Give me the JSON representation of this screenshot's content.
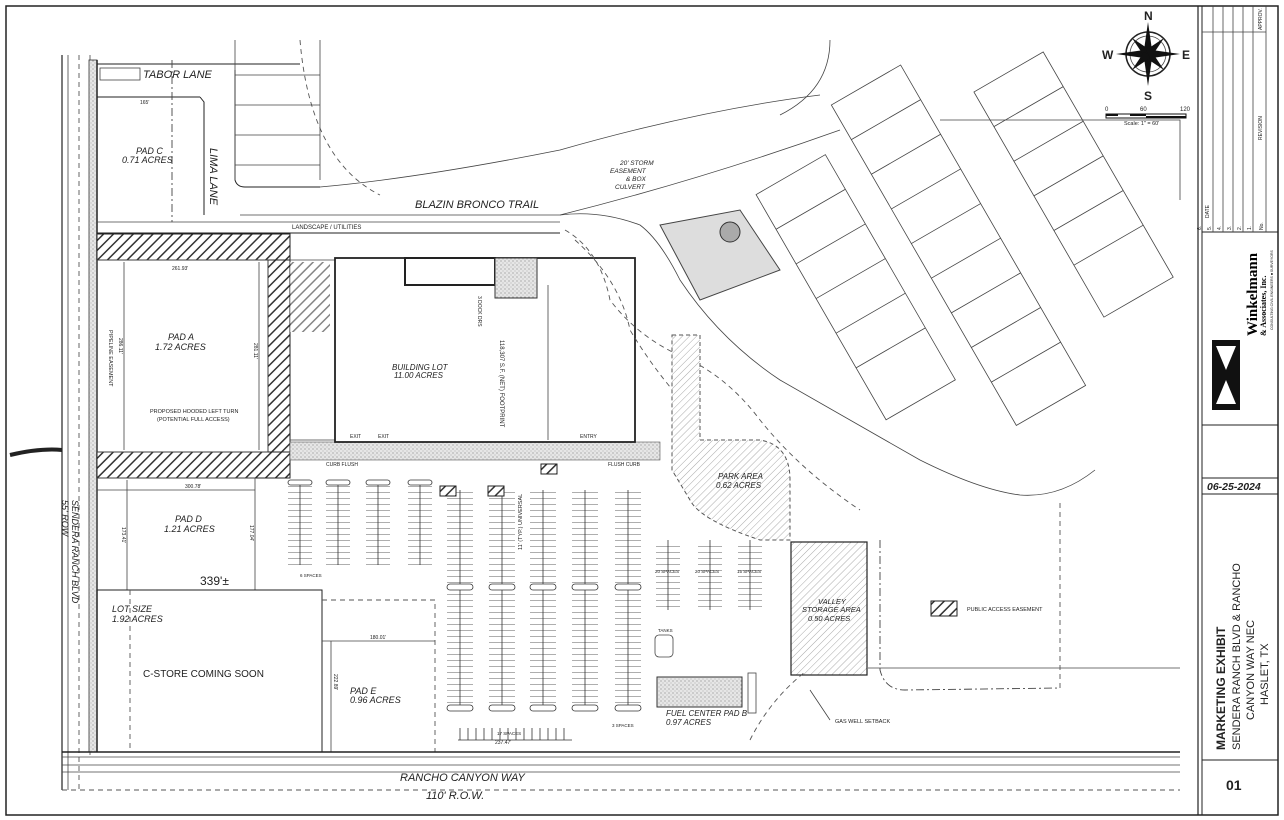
{
  "roads": {
    "tabor_lane": "TABOR LANE",
    "lima_lane": "LIMA LANE",
    "blazin_bronco_trail": "BLAZIN BRONCO TRAIL",
    "sendera_ranch_blvd": "SENDERA RANCH BLVD",
    "sendera_row": "55' ROW",
    "rancho_canyon_way": "RANCHO CANYON WAY",
    "rancho_row": "110' R.O.W."
  },
  "parcels": {
    "pad_c": {
      "name": "PAD C",
      "area": "0.71 ACRES"
    },
    "pad_a": {
      "name": "PAD A",
      "area": "1.72 ACRES"
    },
    "pad_d": {
      "name": "PAD D",
      "area": "1.21 ACRES"
    },
    "lot": {
      "name": "LOT SIZE",
      "area": "1.92 ACRES"
    },
    "cstore": "C-STORE COMING SOON",
    "pad_e": {
      "name": "PAD E",
      "area": "0.96 ACRES"
    },
    "building_lot": {
      "name": "BUILDING LOT",
      "area": "11.00 ACRES"
    },
    "footprint": "118,307 S.F. (NET) FOOTPRINT",
    "park": {
      "name": "PARK AREA",
      "area": "0.62 ACRES"
    },
    "valley": {
      "name": "VALLEY",
      "name2": "STORAGE AREA",
      "area": "0.50 ACRES"
    },
    "fuel": {
      "name": "FUEL CENTER PAD B",
      "area": "0.97 ACRES"
    }
  },
  "annotations": {
    "landscape": "LANDSCAPE / UTILITIES",
    "storm": [
      "20' STORM",
      "EASEMENT",
      "& BOX",
      "CULVERT"
    ],
    "pipeline": "PIPELINE EASEMENT",
    "left_turn": [
      "PROPOSED HOODED LEFT TURN",
      "(POTENTIAL FULL ACCESS)"
    ],
    "frontage": "339'±",
    "dock": "3 DOCK DRS",
    "universal": "11' (TYP.) UNIVERSAL",
    "exit": "EXIT",
    "entry": "ENTRY",
    "curb_flush": "CURB FLUSH",
    "flush_curb": "FLUSH CURB",
    "gas_well": "GAS WELL SETBACK",
    "legend_easement": "PUBLIC ACCESS EASEMENT",
    "spaces": [
      "6 SPACES",
      "20 SPACES",
      "20 SPACES",
      "15 SPACES",
      "17 SPACES",
      "3 SPACES"
    ],
    "dims": [
      "165'",
      "261.93'",
      "300.78'",
      "180.01'",
      "237.47'",
      "222.89'",
      "173.41'",
      "177.04'",
      "286.11'",
      "281.11'"
    ],
    "tanks": "TANKS"
  },
  "north_arrow": {
    "n": "N",
    "s": "S",
    "e": "E",
    "w": "W"
  },
  "scale": {
    "ticks": [
      "0",
      "60",
      "120"
    ],
    "label": "Scale: 1\" = 60'"
  },
  "title_block": {
    "title": "MARKETING EXHIBIT",
    "line1": "SENDERA RANCH BLVD & RANCHO",
    "line2": "CANYON WAY NEC",
    "line3": "HASLET, TX",
    "date": "06-25-2024",
    "firm": "Winkelmann",
    "firm2": "& Associates, Inc.",
    "firm_sub": "CONSULTING CIVIL ENGINEERS ■ SURVEYORS",
    "sheet": "01",
    "revision_header": "REVISION",
    "approv_header": "APPROV.",
    "date_header": "DATE",
    "no_header": "No.",
    "revision_numbers": [
      "1.",
      "2.",
      "3.",
      "4.",
      "5.",
      "6."
    ]
  }
}
